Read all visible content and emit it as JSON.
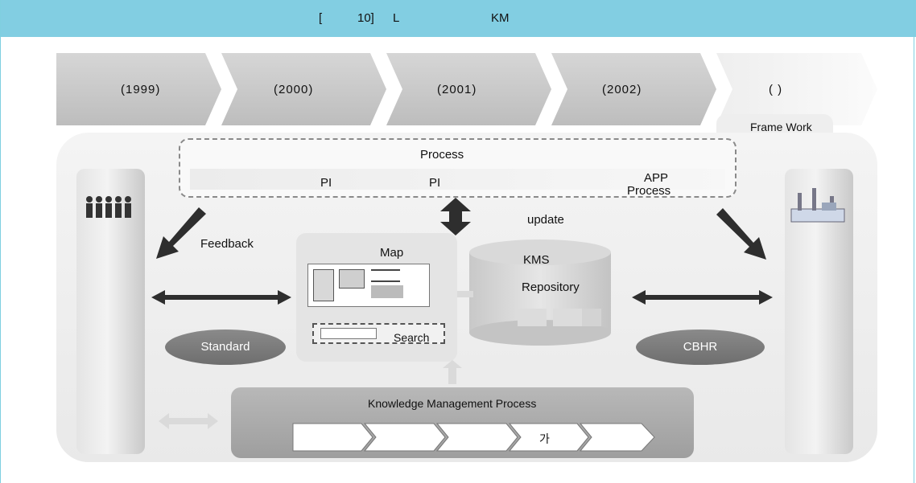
{
  "title": {
    "left": "[",
    "number": "10]",
    "letter": "L",
    "km": "KM"
  },
  "phases": [
    "(1999)",
    "(2000)",
    "(2001)",
    "(2002)",
    "(      )"
  ],
  "framework_tab": "Frame Work",
  "process": {
    "title": "Process",
    "pi_1": "PI",
    "pi_2": "PI",
    "app_line1": "APP",
    "app_line2": "Process"
  },
  "labels": {
    "update": "update",
    "feedback": "Feedback",
    "map": "Map",
    "kms": "KMS",
    "repository": "Repository",
    "search": "Search",
    "standard": "Standard",
    "cbhr": "CBHR"
  },
  "kmp": {
    "title": "Knowledge Management Process",
    "steps": [
      "",
      "",
      "",
      "가",
      ""
    ]
  },
  "colors": {
    "header": "#82cee2",
    "phase": "#c9c9c9",
    "ellipse": "#7a7a7a",
    "arrow": "#2e2e2e"
  }
}
